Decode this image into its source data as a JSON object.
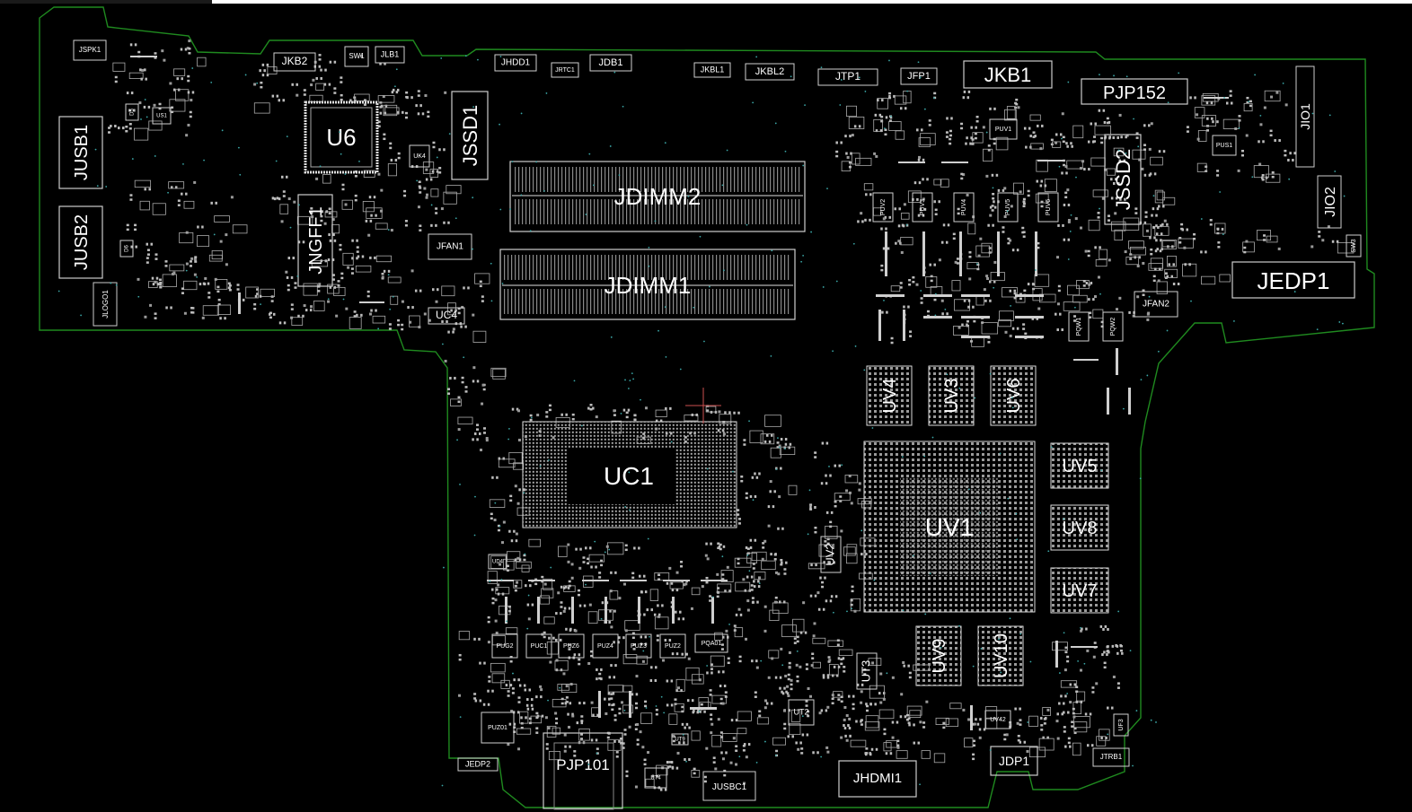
{
  "title": "",
  "colors": {
    "background": "#000000",
    "outline": "#1f8a1f",
    "silk": "#ffffff",
    "pad": "#bdbdbd"
  },
  "labels": {
    "JSPK1": "JSPK1",
    "JKB2": "JKB2",
    "SW1": "SW1",
    "JLB1": "JLB1",
    "JHDD1": "JHDD1",
    "JRTC1": "JRTC1",
    "JDB1": "JDB1",
    "JKBL1": "JKBL1",
    "JKBL2": "JKBL2",
    "JTP1": "JTP1",
    "JFP1": "JFP1",
    "JKB1": "JKB1",
    "PJP152": "PJP152",
    "JIO1": "JIO1",
    "JIO2": "JIO2",
    "SW3": "SW3",
    "JEDP1": "JEDP1",
    "JFAN2": "JFAN2",
    "JSSD2": "JSSD2",
    "PUV1": "PUV1",
    "PUV2": "PUV2",
    "PUV3": "PUV3",
    "PUV4": "PUV4",
    "PUV5": "PUV5",
    "PUV6": "PUV6",
    "PQW1": "PQW1",
    "PQW2": "PQW2",
    "JUSB1": "JUSB1",
    "JUSB2": "JUSB2",
    "JLOGO1": "JLOGO1",
    "U6": "U6",
    "UK4": "UK4",
    "JSSD1": "JSSD1",
    "JNGFF1": "JNGFF1",
    "JFAN1": "JFAN1",
    "UC4": "UC4",
    "JDIMM2": "JDIMM2",
    "JDIMM1": "JDIMM1",
    "UC1": "UC1",
    "UV1": "UV1",
    "UV2": "UV2",
    "UV3": "UV3",
    "UV4": "UV4",
    "UV5": "UV5",
    "UV6": "UV6",
    "UV7": "UV7",
    "UV8": "UV8",
    "UV9": "UV9",
    "UV10": "UV10",
    "UT3": "UT3",
    "UT2": "UT2",
    "PUG2": "PUG2",
    "PUC1": "PUC1",
    "PUZ6": "PUZ6",
    "PUZ4": "PUZ4",
    "PUZ3": "PUZ3",
    "PUZ2": "PUZ2",
    "PQA01": "PQA01",
    "PUZ01": "PUZ01",
    "JEDP2": "JEDP2",
    "PJP101": "PJP101",
    "JUSBC1": "JUSBC1",
    "JHDMI1": "JHDMI1",
    "JDP1": "JDP1",
    "UV42": "UV42",
    "JTRB1": "JTRB1",
    "UF3": "UF3",
    "UD4": "UD4",
    "US1": "US1",
    "D5": "D5",
    "D6": "D6",
    "PUS1": "PUS1",
    "UT4": "UT4",
    "UT9": "UT9"
  }
}
